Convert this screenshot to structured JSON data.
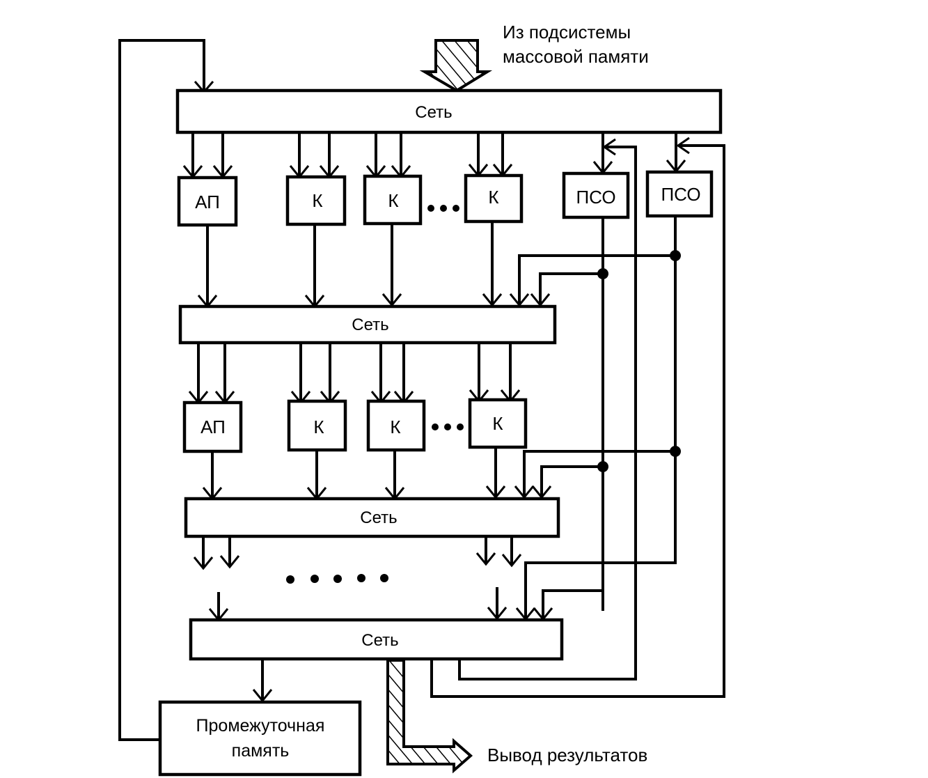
{
  "diagram": {
    "input_label_line1": "Из подсистемы",
    "input_label_line2": "массовой памяти",
    "networks": [
      {
        "label": "Сеть"
      },
      {
        "label": "Сеть"
      },
      {
        "label": "Сеть"
      },
      {
        "label": "Сеть"
      }
    ],
    "row1": [
      {
        "label": "АП"
      },
      {
        "label": "К"
      },
      {
        "label": "К"
      },
      {
        "label": "К"
      }
    ],
    "row2": [
      {
        "label": "АП"
      },
      {
        "label": "К"
      },
      {
        "label": "К"
      },
      {
        "label": "К"
      }
    ],
    "pso": [
      {
        "label": "ПСО"
      },
      {
        "label": "ПСО"
      }
    ],
    "ellipsis_small": "•••",
    "intermediate_memory_line1": "Промежуточная",
    "intermediate_memory_line2": "память",
    "output_label": "Вывод результатов"
  }
}
